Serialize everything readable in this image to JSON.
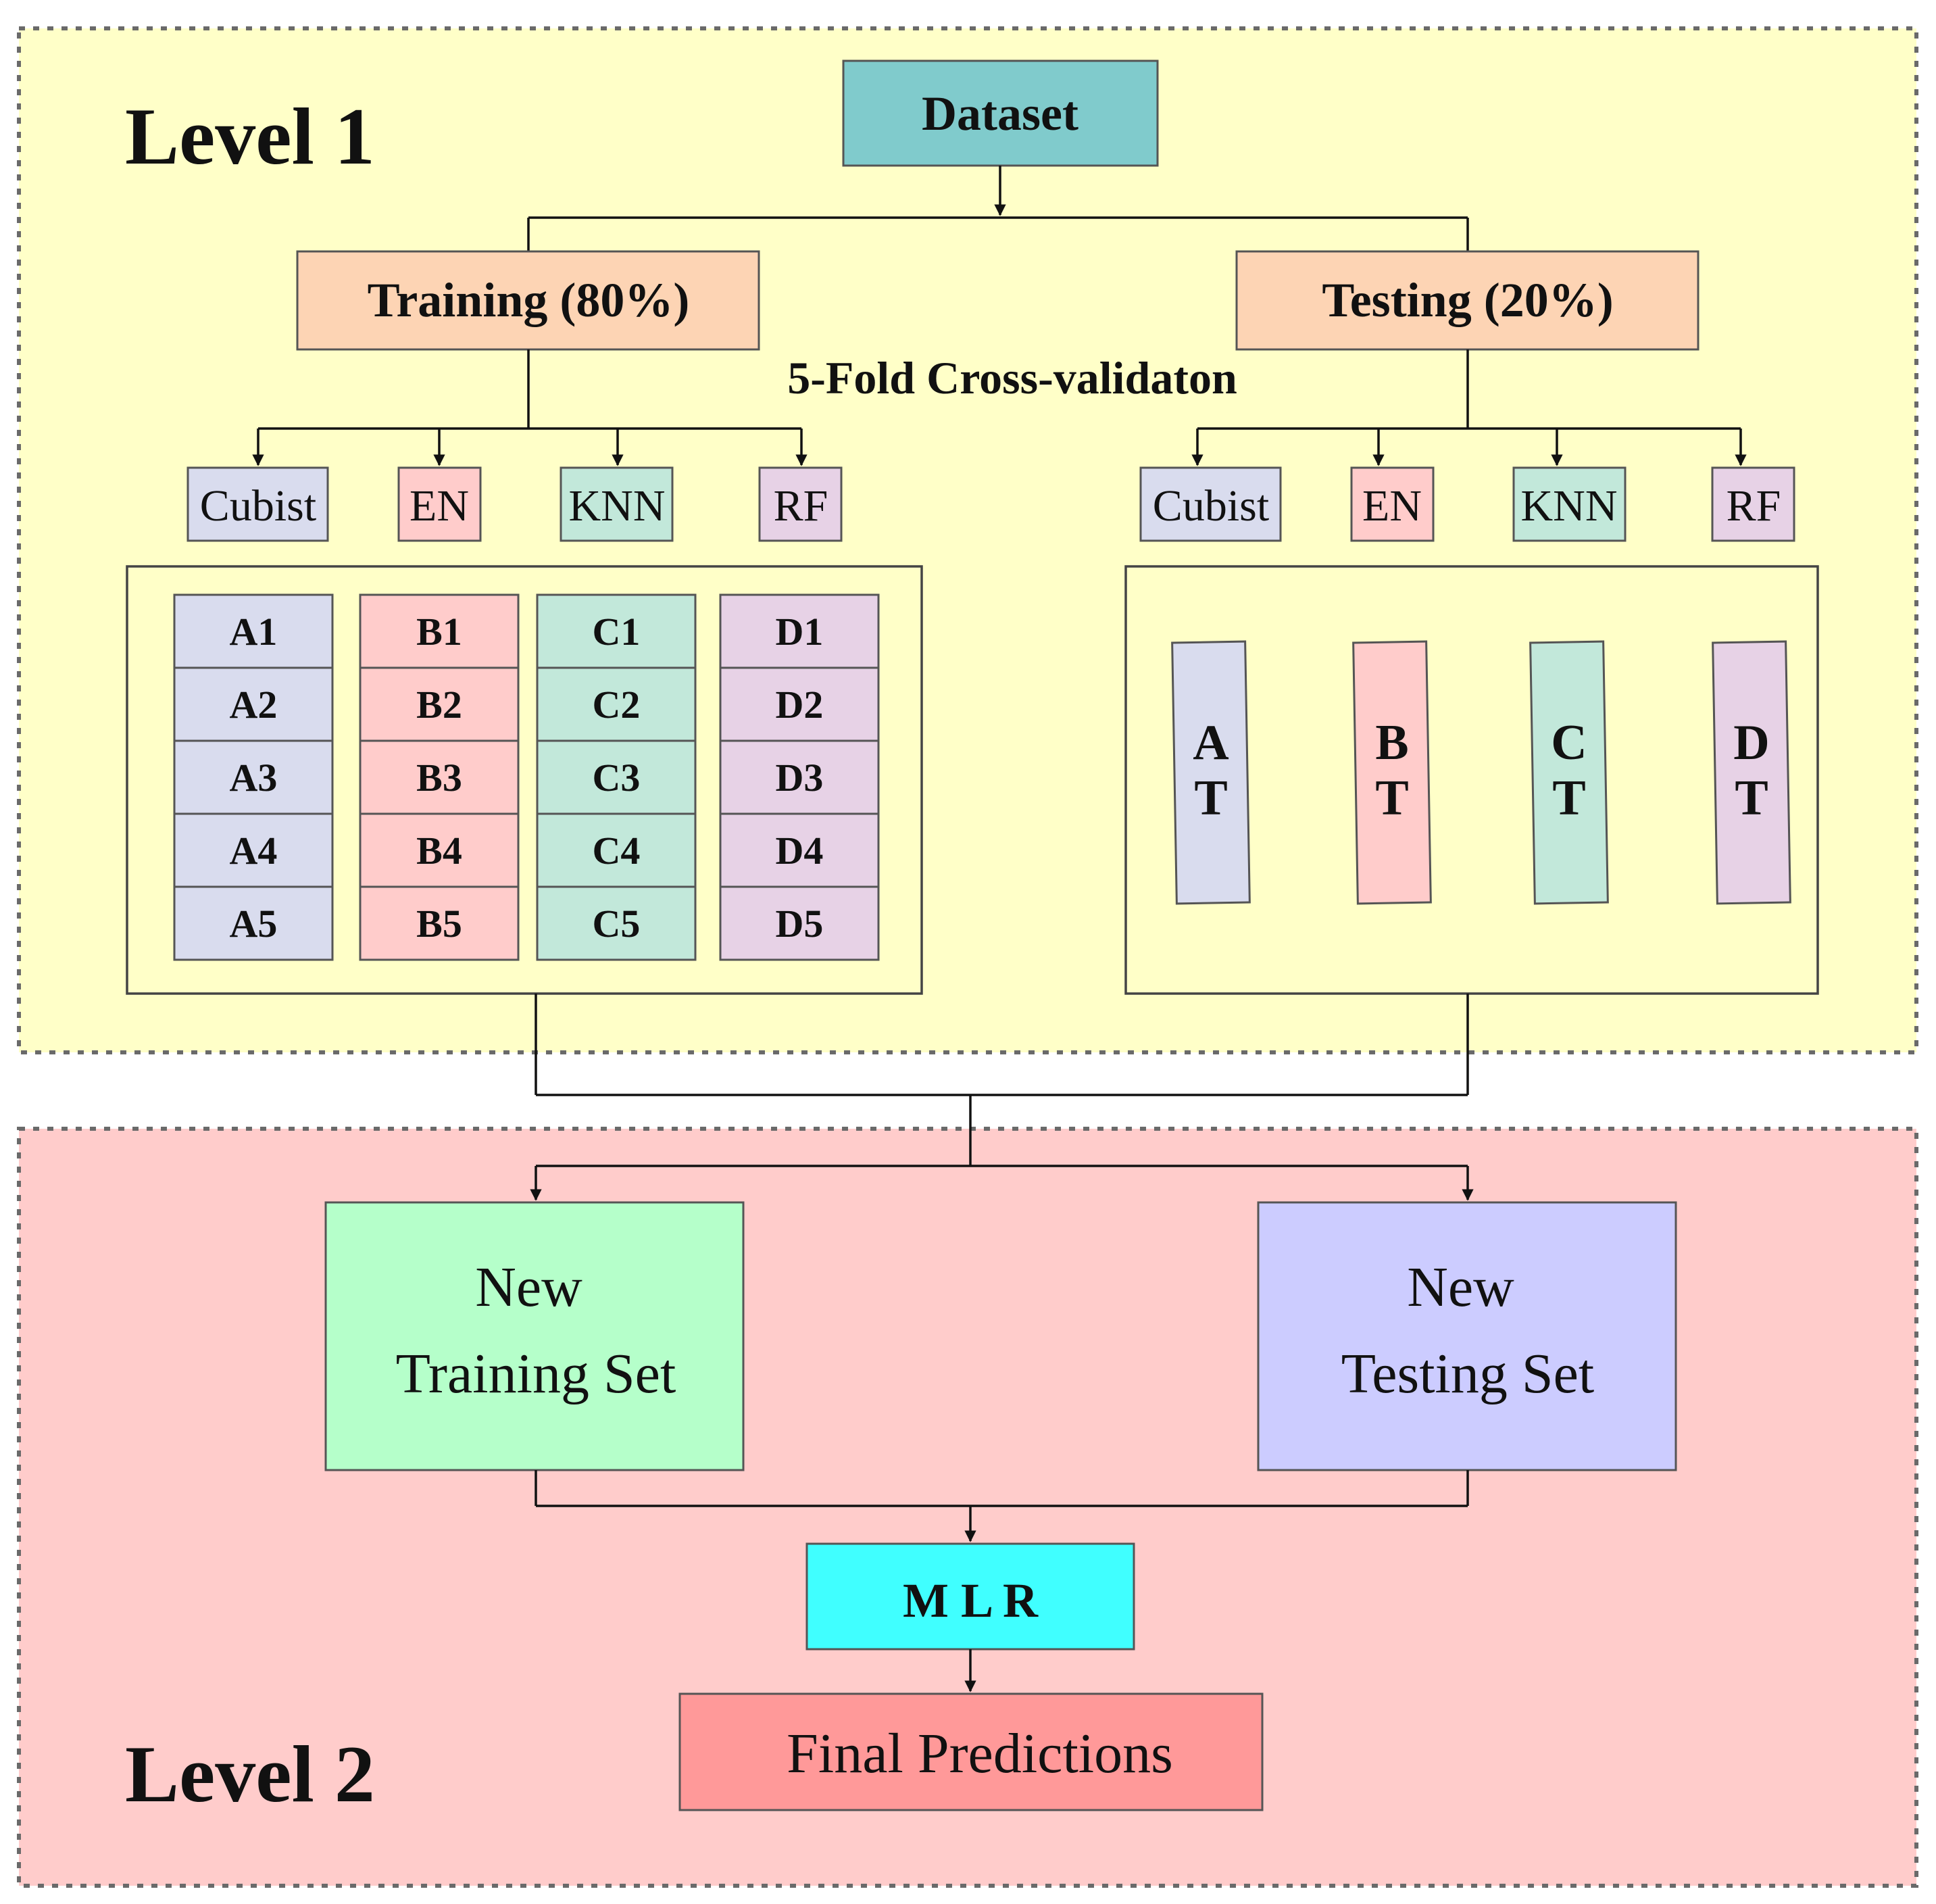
{
  "levels": {
    "level1": "Level 1",
    "level2": "Level 2"
  },
  "nodes": {
    "dataset": "Dataset",
    "training": "Training (80%)",
    "testing": "Testing (20%)",
    "cv": "5-Fold Cross-validaton",
    "new_training": [
      "New",
      "Training Set"
    ],
    "new_testing": [
      "New",
      "Testing Set"
    ],
    "mlr": "M L R",
    "final": "Final Predictions"
  },
  "models": [
    "Cubist",
    "EN",
    "KNN",
    "RF"
  ],
  "folds": [
    [
      "A1",
      "A2",
      "A3",
      "A4",
      "A5"
    ],
    [
      "B1",
      "B2",
      "B3",
      "B4",
      "B5"
    ],
    [
      "C1",
      "C2",
      "C3",
      "C4",
      "C5"
    ],
    [
      "D1",
      "D2",
      "D3",
      "D4",
      "D5"
    ]
  ],
  "test_blocks": [
    [
      "A",
      "T"
    ],
    [
      "B",
      "T"
    ],
    [
      "C",
      "T"
    ],
    [
      "D",
      "T"
    ]
  ],
  "colors": {
    "level1_bg": "#ffffc8",
    "level2_bg": "#ffcccb",
    "dataset": "#80cbcc",
    "split": "#fdd4b4",
    "cubist": "#d9dcee",
    "en": "#ffcccb",
    "knn": "#c2e8da",
    "rf": "#e7d2e6",
    "new_training": "#b5ffca",
    "new_testing": "#ccccff",
    "mlr": "#40ffff",
    "final": "#ff9999"
  }
}
